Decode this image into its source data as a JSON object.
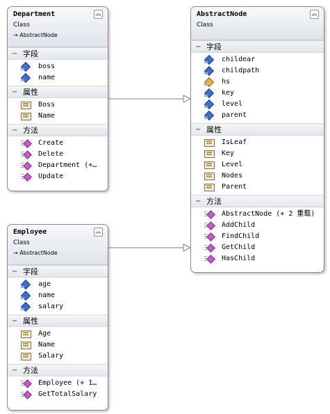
{
  "department": {
    "name": "Department",
    "stereotype": "Class",
    "base": "→ AbstractNode",
    "sections": {
      "fields": {
        "label": "字段",
        "items": [
          "boss",
          "name"
        ]
      },
      "properties": {
        "label": "属性",
        "items": [
          "Boss",
          "Name"
        ]
      },
      "methods": {
        "label": "方法",
        "items": [
          "Create",
          "Delete",
          "Department  (+…",
          "Update"
        ]
      }
    }
  },
  "employee": {
    "name": "Employee",
    "stereotype": "Class",
    "base": "→ AbstractNode",
    "sections": {
      "fields": {
        "label": "字段",
        "items": [
          "age",
          "name",
          "salary"
        ]
      },
      "properties": {
        "label": "属性",
        "items": [
          "Age",
          "Name",
          "Salary"
        ]
      },
      "methods": {
        "label": "方法",
        "items": [
          "Employee  (+ 1…",
          "GetTotalSalary"
        ]
      }
    }
  },
  "abstractnode": {
    "name": "AbstractNode",
    "stereotype": "Class",
    "sections": {
      "fields": {
        "label": "字段",
        "items": [
          "childear",
          "childpath",
          "hs",
          "key",
          "level",
          "parent"
        ]
      },
      "properties": {
        "label": "属性",
        "items": [
          "IsLeaf",
          "Key",
          "Level",
          "Nodes",
          "Parent"
        ]
      },
      "methods": {
        "label": "方法",
        "items": [
          "AbstractNode  (+ 2 重载)",
          "AddChild",
          "FindChild",
          "GetChild",
          "HasChild"
        ]
      }
    }
  },
  "icons": {
    "collapse": "double-chevron-up-icon",
    "section_toggle": "minus-icon"
  }
}
